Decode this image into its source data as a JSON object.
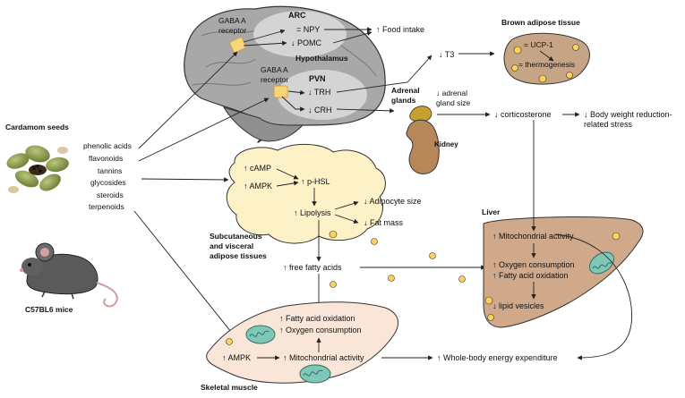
{
  "inputs": {
    "seeds_label": "Cardamom seeds",
    "mice_label": "C57BL6 mice",
    "compounds": [
      "phenolic acids",
      "flavonoids",
      "tannins",
      "glycosides",
      "steroids",
      "terpenoids"
    ]
  },
  "brain": {
    "arc_label": "ARC",
    "arc_receptor_label": "GABA A\nreceptor",
    "npy_label": "= NPY",
    "pomc_label": "↓ POMC",
    "hypothalamus_label": "Hypothalamus",
    "pvn_label": "PVN",
    "pvn_receptor_label": "GABA A\nreceptor",
    "trh_label": "↓ TRH",
    "crh_label": "↓ CRH"
  },
  "food_intake_label": "↑ Food intake",
  "t3_label": "↓ T3",
  "bat": {
    "title": "Brown adipose tissue",
    "ucp1_label": "= UCP-1",
    "thermogenesis_label": "= thermogenesis"
  },
  "adrenal": {
    "title": "Adrenal\nglands",
    "size_label": "↓ adrenal\ngland size",
    "kidney_label": "Kidney"
  },
  "corticosterone_label": "↓ corticosterone",
  "stress_label": "↓ Body weight reduction-\nrelated stress",
  "adipose": {
    "camp_label": "↑ cAMP",
    "ampk_label": "↑ AMPK",
    "phsl_label": "↑ p-HSL",
    "lipolysis_label": "↑ Lipolysis",
    "adipocyte_size_label": "↓ Adipocyte size",
    "fat_mass_label": "↓ Fat mass",
    "tissue_label": "Subcutaneous\nand visceral\nadipose tissues"
  },
  "ffa_label": "↑ free fatty acids",
  "liver": {
    "title": "Liver",
    "mito_label": "↑ Mitochondrial activity",
    "oxygen_label": "↑ Oxygen consumption",
    "fao_label": "↑ Fatty acid oxidation",
    "lipid_label": "↓ lipid vesicles"
  },
  "muscle": {
    "title": "Skeletal muscle",
    "fao_label": "↑ Fatty acid oxidation",
    "oxygen_label": "↑ Oxygen consumption",
    "ampk_label": "↑ AMPK",
    "mito_label": "↑ Mitochondrial activity"
  },
  "energy_label": "↑ Whole-body energy expenditure",
  "colors": {
    "brain_fill": "#a8a8a8",
    "adipose_fill": "#fdf1c7",
    "liver_fill": "#cfa98a",
    "bat_fill": "#c6a486",
    "muscle_fill": "#fae6d8",
    "droplet_fill": "#ffd35a",
    "receptor_fill": "#f9d57a",
    "mito_fill": "#7fc8b8"
  }
}
